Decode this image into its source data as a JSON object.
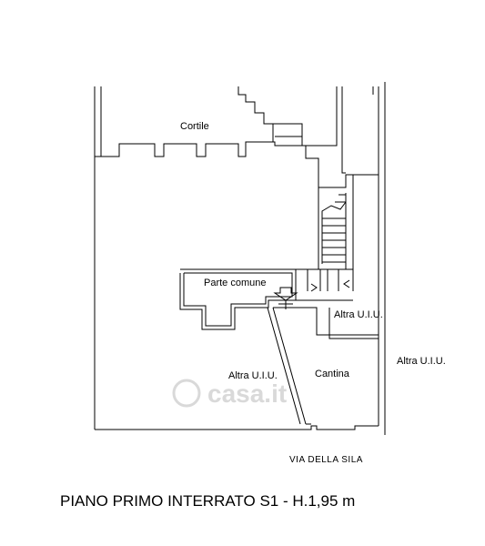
{
  "rooms": {
    "cortile": "Cortile",
    "parte_comune": "Parte comune",
    "altra_uiu_top": "Altra U.I.U.",
    "altra_uiu_left": "Altra U.I.U.",
    "altra_uiu_right": "Altra U.I.U.",
    "cantina": "Cantina"
  },
  "street": "VIA DELLA SILA",
  "caption": "PIANO PRIMO INTERRATO S1 - H.1,95 m",
  "watermark": "casa.it",
  "colors": {
    "lines": "#000000",
    "watermark": "#d9d9d9"
  }
}
